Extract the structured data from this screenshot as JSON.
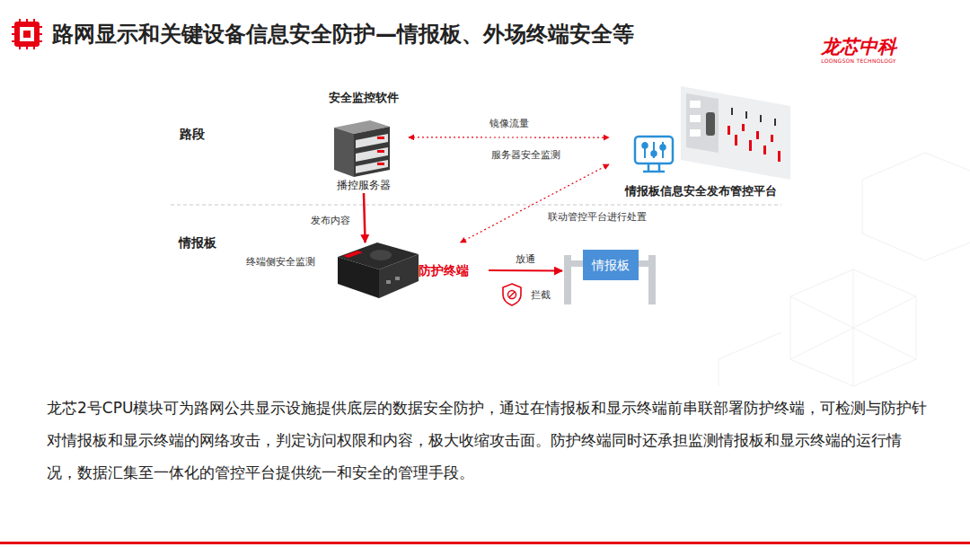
{
  "diagram": {
    "title": "路网显示和关键设备信息安全防护—情报板、外场终端安全等",
    "caption": "龙芯2号CPU模块可为路网公共显示设施提供底层的数据安全防护，通过在情报板和显示终端前串联部署防护终端，可检测与防护针对情报板和显示终端的网络攻击，判定访问权限和内容，极大收缩攻击面。防护终端同时还承担监测情报板和显示终端的运行情况，数据汇集至一体化的管控平台提供统一和安全的管理手段。",
    "nodes": [
      {
        "text": [
          "安全监控软件",
          "播控服务器"
        ]
      },
      {
        "text": [
          "情报板信息安全发布管控平台"
        ]
      },
      {
        "text": [
          "防护终端"
        ]
      },
      {
        "text": [
          "情报板"
        ]
      }
    ],
    "edges": [
      {
        "from": 0,
        "to": 1,
        "arrow": "both",
        "label": "镜像流量"
      },
      {
        "from": 0,
        "to": 2,
        "arrow": "to",
        "label": "发布内容"
      },
      {
        "from": 2,
        "to": 1,
        "arrow": "both",
        "label": "联动管控平台进行处置"
      },
      {
        "from": 2,
        "to": 3,
        "arrow": "to",
        "label": "放通"
      }
    ],
    "labels": [
      "龙芯中科",
      "LOONGSON TECHNOLOGY",
      "路段",
      "情报板",
      "服务器安全监测",
      "终端侧安全监测",
      "拦截"
    ]
  }
}
